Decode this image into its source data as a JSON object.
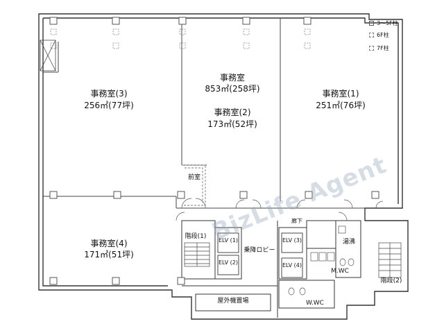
{
  "rooms": {
    "office3": {
      "name": "事務室(3)",
      "area": "256㎡(77坪)"
    },
    "office_combined": {
      "name": "事務室",
      "area": "853㎡(258坪)"
    },
    "office2": {
      "name": "事務室(2)",
      "area": "173㎡(52坪)"
    },
    "office1": {
      "name": "事務室(1)",
      "area": "251㎡(76坪)"
    },
    "office4": {
      "name": "事務室(4)",
      "area": "171㎡(51坪)"
    }
  },
  "labels": {
    "anteroom": "前室",
    "corridor": "廊下",
    "elevator_lobby": "乗降ロビー",
    "stairs1": "階段(1)",
    "stairs2": "階段(2)",
    "elv1": "ELV (1)",
    "elv2": "ELV (2)",
    "elv3": "ELV (3)",
    "elv4": "ELV (4)",
    "kitchenette": "湯沸",
    "mwc": "M.WC",
    "wwc": "W.WC",
    "outdoor_equipment": "屋外機置場"
  },
  "legend": {
    "items": [
      {
        "label": "3～5F柱",
        "style": "solid"
      },
      {
        "label": "6F柱",
        "style": "dashed"
      },
      {
        "label": "7F柱",
        "style": "dashed"
      }
    ]
  },
  "watermark": {
    "text": "BizLife Agent"
  },
  "colors": {
    "line": "#333333",
    "dashed": "#777777",
    "watermark": "#9aa5b9"
  }
}
